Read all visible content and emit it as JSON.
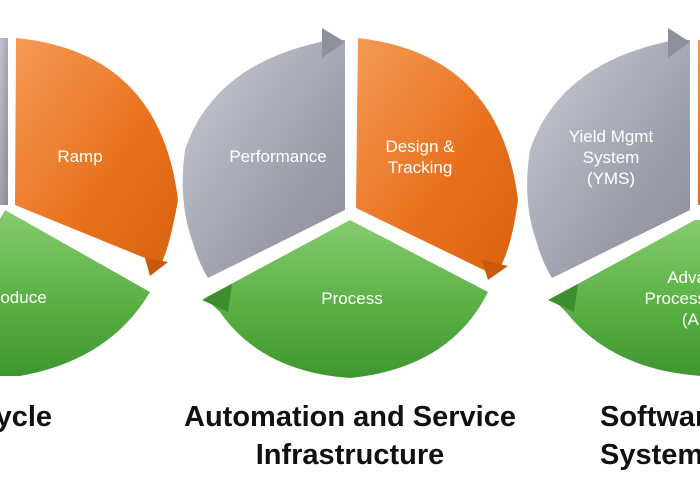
{
  "colors": {
    "orange": "#E8701C",
    "orange_light": "#F4934A",
    "grey": "#9EA0AE",
    "grey_light": "#C5C7D2",
    "green": "#4FA83D",
    "green_light": "#7FC66A",
    "background": "#FFFFFF"
  },
  "cycles": [
    {
      "caption_lines": [
        "Lifecycle",
        ""
      ],
      "segments": {
        "orange": [
          "Ramp"
        ],
        "grey": [],
        "green": [
          "Produce"
        ]
      }
    },
    {
      "caption_lines": [
        "Automation and Service",
        "Infrastructure"
      ],
      "segments": {
        "grey": [
          "Performance"
        ],
        "orange": [
          "Design &",
          "Tracking"
        ],
        "green": [
          "Process"
        ]
      }
    },
    {
      "caption_lines": [
        "Software",
        "Systems"
      ],
      "segments": {
        "grey": [
          "Yield Mgmt",
          "System",
          "(YMS)"
        ],
        "green": [
          "Advanced",
          "Process Control",
          "(APC)"
        ]
      }
    }
  ]
}
